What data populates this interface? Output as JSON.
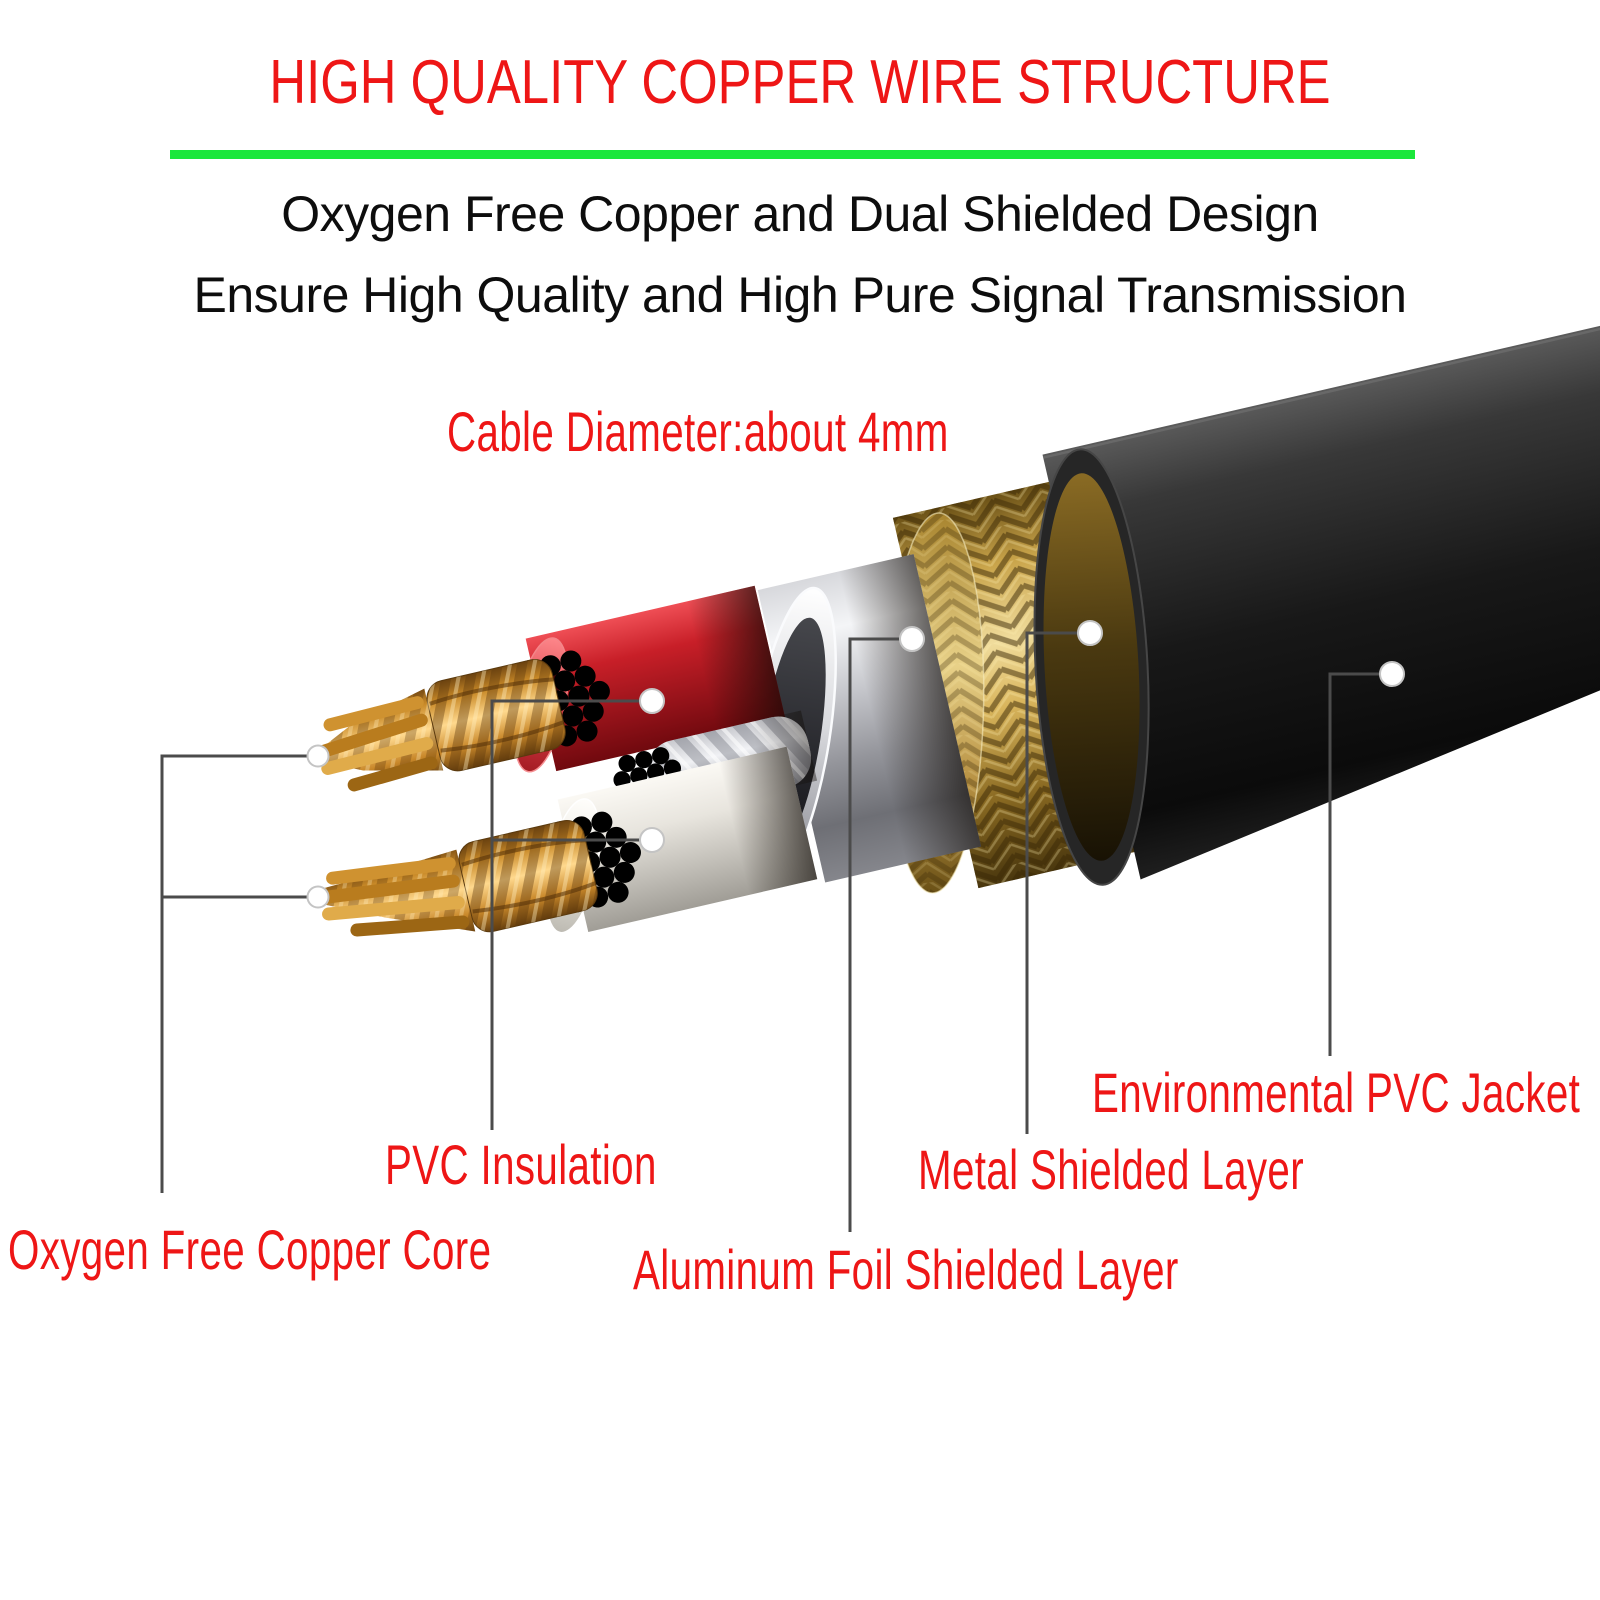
{
  "header": {
    "title": "HIGH QUALITY COPPER WIRE STRUCTURE",
    "subtitle_line1": "Oxygen Free Copper and Dual Shielded Design",
    "subtitle_line2": "Ensure High Quality and High Pure Signal Transmission"
  },
  "diagram": {
    "diameter_note": "Cable Diameter:about 4mm",
    "callouts": {
      "copper_core": "Oxygen Free Copper Core",
      "pvc_insulation": "PVC Insulation",
      "aluminum_foil": "Aluminum Foil Shielded Layer",
      "metal_shield": "Metal Shielded Layer",
      "pvc_jacket": "Environmental PVC Jacket"
    }
  },
  "colors": {
    "accent_red": "#EE1616",
    "underline_green": "#1BE73B",
    "subtitle_black": "#0D0D0D",
    "leader_line_gray": "#4B4B4B",
    "jacket_black": "#1A1A1A",
    "braid_gold": "#D9B55C",
    "foil_silver": "#C5C6CB",
    "insulation_red": "#C81F28",
    "insulation_white": "#F0EDE6",
    "copper_gold": "#C98A28",
    "background": "#FFFFFF"
  }
}
